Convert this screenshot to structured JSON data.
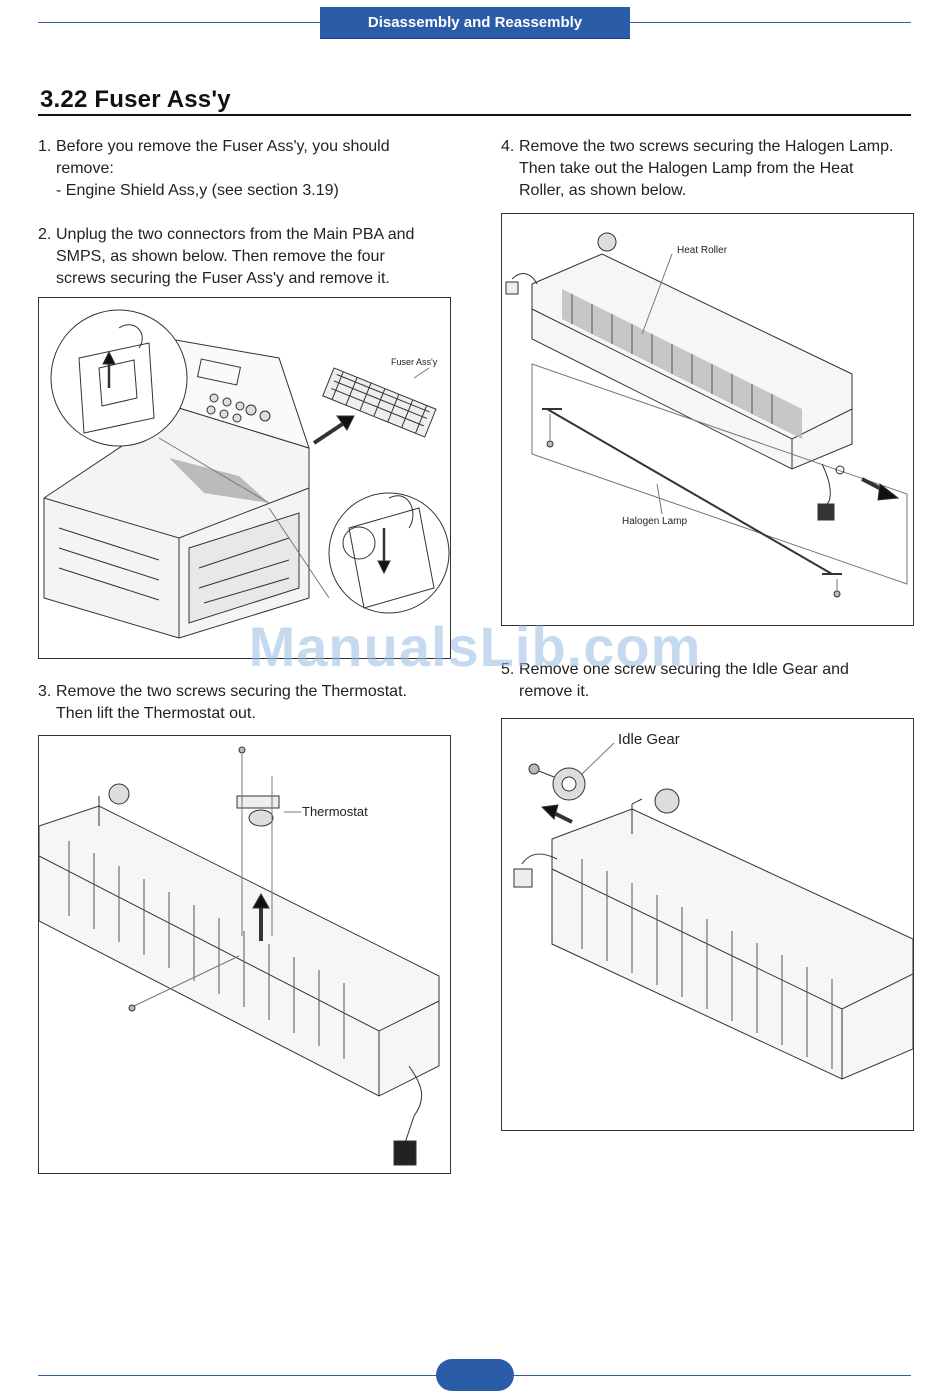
{
  "header": {
    "section_tab": "Disassembly and Reassembly"
  },
  "title": "3.22  Fuser Ass'y",
  "steps": [
    {
      "num": "1.",
      "lines": [
        "Before you remove the Fuser Ass'y, you should",
        "remove:",
        "- Engine Shield Ass,y (see section 3.19)"
      ]
    },
    {
      "num": "2.",
      "lines": [
        "Unplug the two connectors from the Main PBA and",
        "SMPS, as shown below. Then remove the four",
        "screws securing the Fuser Ass'y and remove it."
      ]
    },
    {
      "num": "3.",
      "lines": [
        "Remove the two screws securing the Thermostat.",
        "Then lift the Thermostat out."
      ]
    },
    {
      "num": "4.",
      "lines": [
        "Remove the two screws securing the Halogen Lamp.",
        "Then take out the Halogen Lamp from the Heat",
        "Roller, as shown below."
      ]
    },
    {
      "num": "5.",
      "lines": [
        "Remove one screw securing the Idle Gear and",
        "remove it."
      ]
    }
  ],
  "figures": {
    "fig1": {
      "label": "Fuser Ass'y"
    },
    "fig3": {
      "label": "Thermostat"
    },
    "fig4": {
      "label_top": "Heat Roller",
      "label_bottom": "Halogen Lamp"
    },
    "fig5": {
      "label": "Idle Gear"
    }
  },
  "watermark": "ManualsLib.com",
  "footer": {
    "page_number": ""
  },
  "colors": {
    "brand_blue": "#2a5ca8",
    "rule_blue": "#2e5fa8"
  }
}
